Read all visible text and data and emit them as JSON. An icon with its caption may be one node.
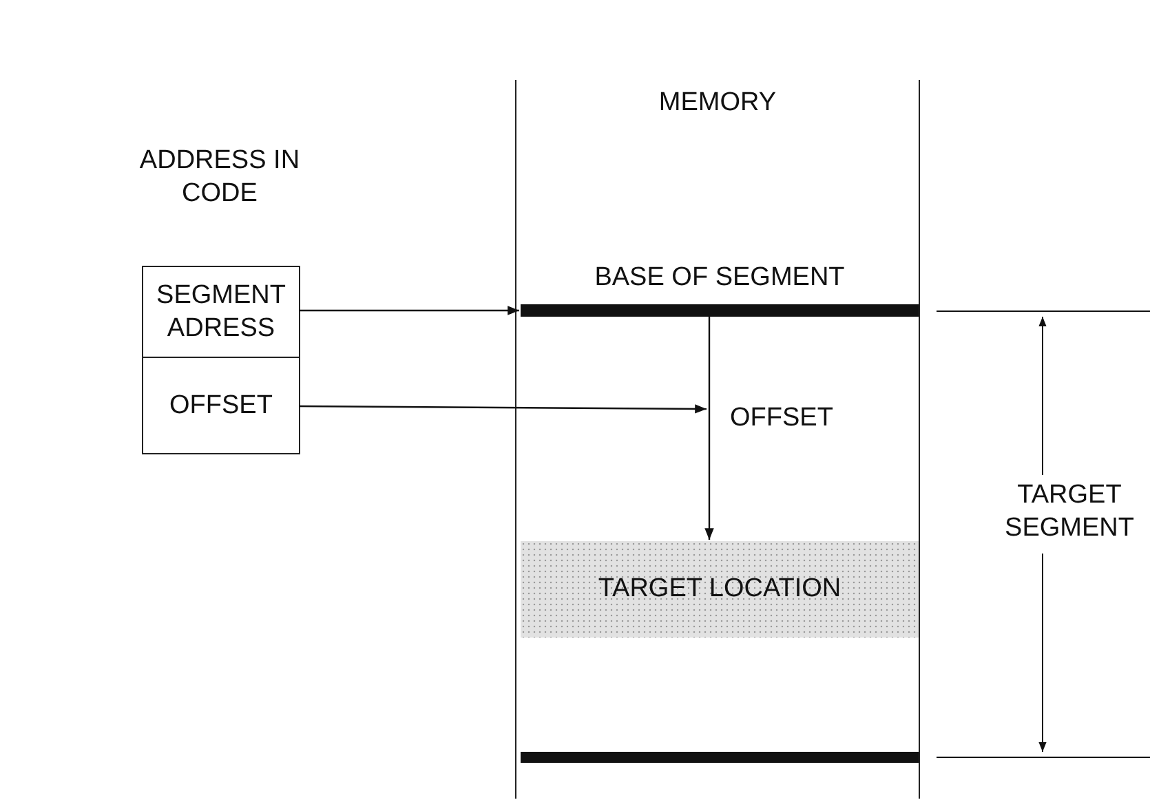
{
  "diagram": {
    "nodes": [
      {
        "text": [
          "ADDRESS IN CODE"
        ]
      },
      {
        "text": [
          "SEGMENT ADRESS"
        ],
        "in": 0
      },
      {
        "text": [
          "OFFSET"
        ],
        "in": 0
      },
      {
        "text": [
          "MEMORY"
        ]
      },
      {
        "text": [
          "BASE OF SEGMENT"
        ],
        "in": 3
      },
      {
        "text": [
          "TARGET LOCATION"
        ],
        "in": 3
      },
      {
        "text": [],
        "shape": "bar",
        "in": 3
      }
    ],
    "edges": [
      {
        "from": 1,
        "to": 4,
        "arrow": "to"
      },
      {
        "from": 2,
        "to": null,
        "arrow": "to"
      },
      {
        "from": 4,
        "to": 5,
        "arrow": "to",
        "label": "OFFSET"
      }
    ],
    "labels": [
      "TARGET SEGMENT"
    ]
  }
}
